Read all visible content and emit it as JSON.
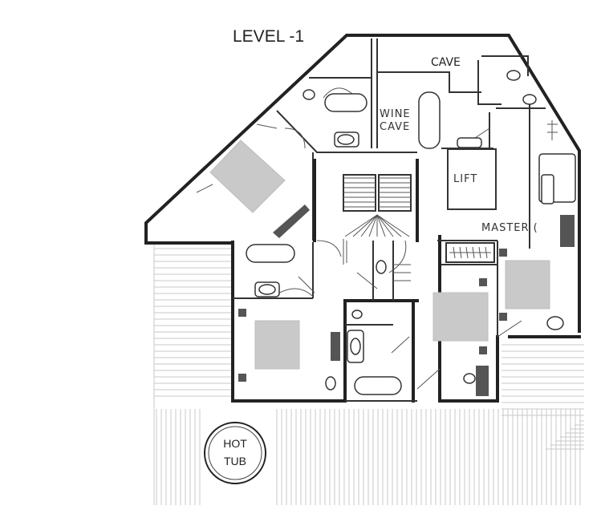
{
  "title": "LEVEL -1",
  "labels": {
    "cave": "CAVE",
    "wine_line1": "WINE",
    "wine_line2": "CAVE",
    "lift": "LIFT",
    "master": "MASTER (",
    "hot_tub_line1": "HOT",
    "hot_tub_line2": "TUB"
  },
  "colors": {
    "wall": "#222222",
    "bed": "#c9c9c9",
    "furniture_dark": "#555555",
    "deck_lines": "#c8c8c8"
  }
}
